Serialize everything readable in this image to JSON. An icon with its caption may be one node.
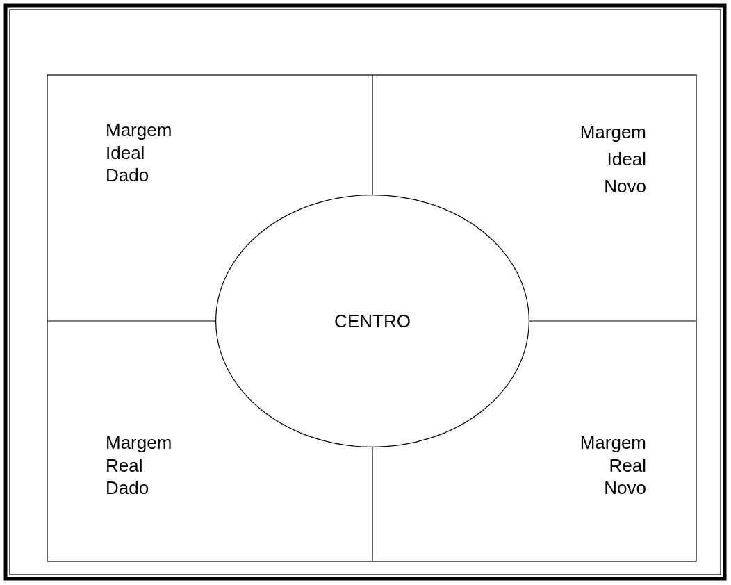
{
  "diagram": {
    "nodes": [
      {
        "text": [
          "CENTRO"
        ]
      }
    ],
    "labels": [
      "Margem Ideal Dado",
      "Margem Ideal Novo",
      "Margem Real Dado",
      "Margem Real Novo"
    ]
  }
}
